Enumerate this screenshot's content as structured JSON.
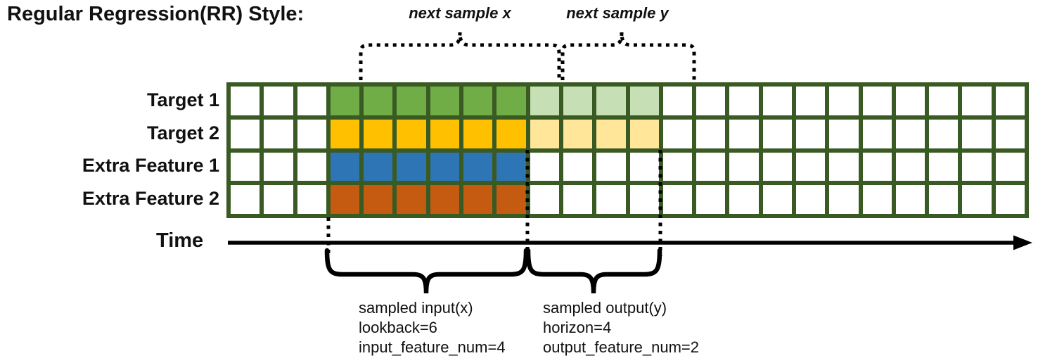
{
  "title": "Regular Regression(RR) Style:",
  "time_axis": {
    "label": "Time"
  },
  "annotations": {
    "next_sample_x": "next sample x",
    "next_sample_y": "next sample y",
    "input_lines": [
      "sampled input(x)",
      "lookback=6",
      "input_feature_num=4"
    ],
    "output_lines": [
      "sampled output(y)",
      "horizon=4",
      "output_feature_num=2"
    ]
  },
  "grid": {
    "columns": 24,
    "empty_lead_columns": 3,
    "lookback": 6,
    "horizon": 4,
    "border_color": "#3a5a23",
    "empty_cell_color": "#ffffff",
    "rows": [
      {
        "label": "Target 1",
        "input_color": "#70ad47",
        "output_color": "#c6dfb4"
      },
      {
        "label": "Target 2",
        "input_color": "#ffc000",
        "output_color": "#ffe699"
      },
      {
        "label": "Extra Feature 1",
        "input_color": "#2e75b6",
        "output_color": "#ffffff"
      },
      {
        "label": "Extra Feature 2",
        "input_color": "#c55a11",
        "output_color": "#ffffff"
      }
    ]
  }
}
